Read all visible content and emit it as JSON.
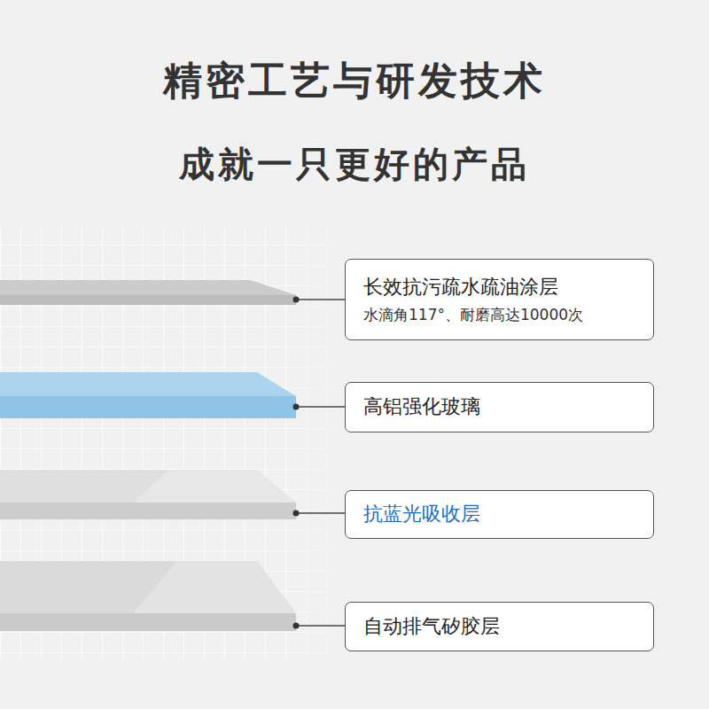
{
  "diagram": {
    "title": "精密工艺与研发技术",
    "nodes": [
      {
        "text": [
          "长效抗污疏水疏油涂层",
          "水滴角117°、耐磨高达10000次"
        ]
      },
      {
        "text": [
          "高铝强化玻璃"
        ]
      },
      {
        "text": [
          "抗蓝光吸收层"
        ]
      },
      {
        "text": [
          "自动排气矽胶层"
        ]
      }
    ],
    "labels": [
      "成就一只更好的产品"
    ]
  }
}
